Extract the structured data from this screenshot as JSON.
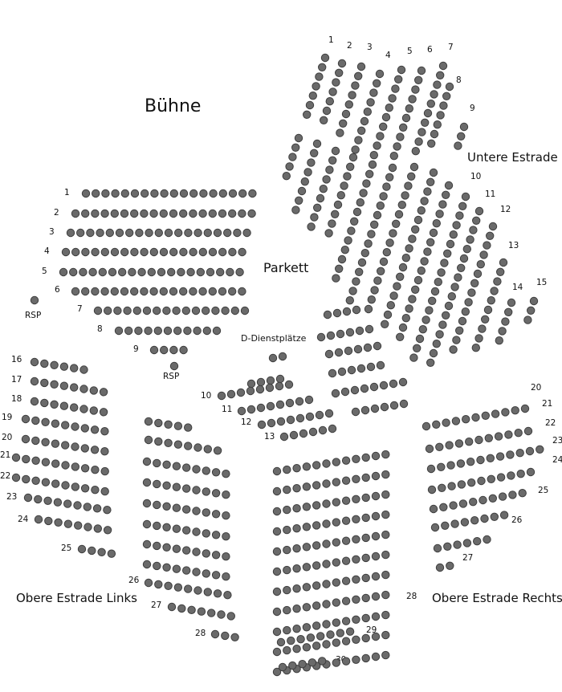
{
  "stage": "Bühne",
  "sections": {
    "parkett": "Parkett",
    "untere_estrade": "Untere Estrade",
    "dienstplaetze": "D-Dienstplätze",
    "obere_links": "Obere Estrade Links",
    "obere_rechts": "Obere Estrade Rechts"
  },
  "rsp": [
    "RSP",
    "RSP"
  ],
  "rows": {
    "untere": [
      "1",
      "2",
      "3",
      "4",
      "5",
      "6",
      "7",
      "8",
      "9",
      "10",
      "11",
      "12",
      "13",
      "14",
      "15"
    ],
    "parkett": [
      "1",
      "2",
      "3",
      "4",
      "5",
      "6",
      "7",
      "8",
      "9"
    ],
    "dienst": [
      "10",
      "11",
      "12",
      "13"
    ],
    "links": [
      "16",
      "17",
      "18",
      "19",
      "20",
      "21",
      "22",
      "23",
      "24",
      "25",
      "26",
      "27",
      "28"
    ],
    "mitte": [
      "28",
      "29",
      "30"
    ],
    "rechts": [
      "20",
      "21",
      "22",
      "23",
      "24",
      "25",
      "26",
      "27"
    ]
  }
}
